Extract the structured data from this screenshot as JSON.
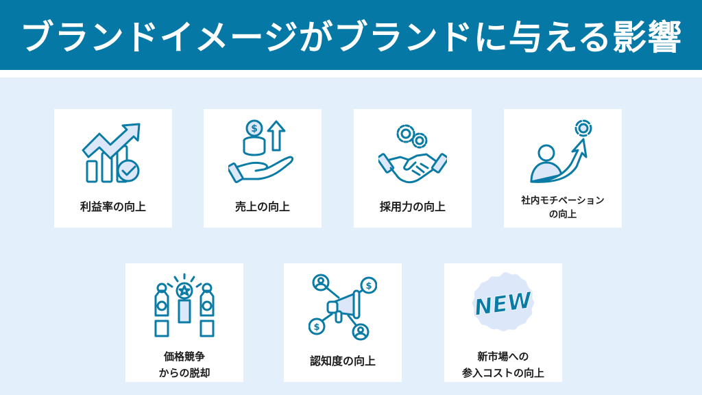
{
  "header": {
    "title": "ブランドイメージがブランドに与える影響",
    "background_color": "#0678A5",
    "text_color": "#FFFFFF"
  },
  "colors": {
    "page_background": "#E3F0FC",
    "card_background": "#FFFFFF",
    "icon_stroke": "#0A7BA4",
    "icon_fill": "#DCE8FA",
    "label_text": "#1A1A1A"
  },
  "cards": [
    {
      "icon": "profit-chart-check-icon",
      "label_lines": [
        "利益率の向上"
      ]
    },
    {
      "icon": "hand-coins-arrow-up-icon",
      "label_lines": [
        "売上の向上"
      ]
    },
    {
      "icon": "handshake-gears-icon",
      "label_lines": [
        "採用力の向上"
      ]
    },
    {
      "icon": "person-arrow-target-icon",
      "label_lines": [
        "社内モチベーション",
        "の向上"
      ]
    },
    {
      "icon": "price-tags-star-icon",
      "label_lines": [
        "価格競争",
        "からの脱却"
      ]
    },
    {
      "icon": "megaphone-network-icon",
      "label_lines": [
        "認知度の向上"
      ]
    },
    {
      "icon": "new-badge-icon",
      "badge_text": "NEW",
      "label_lines": [
        "新市場への",
        "参入コストの向上"
      ]
    }
  ]
}
